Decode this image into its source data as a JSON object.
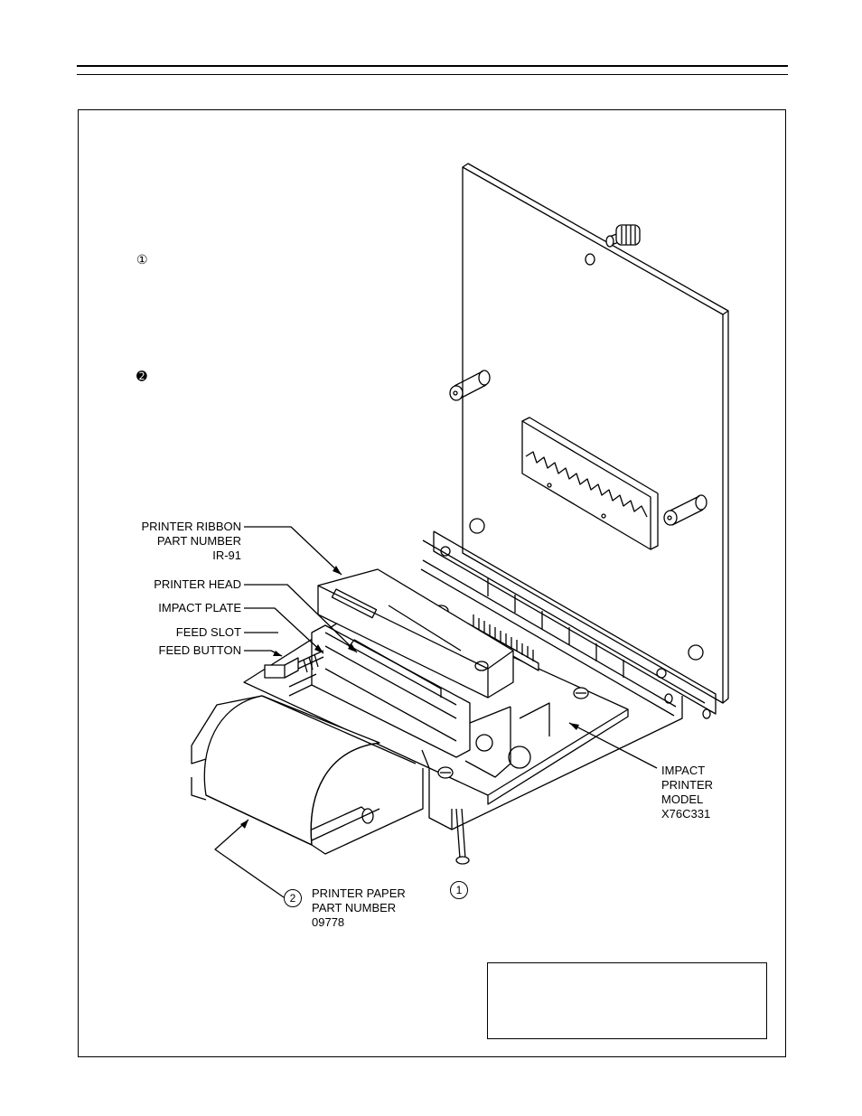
{
  "steps": {
    "step1_marker": "①",
    "step2_marker": "➋"
  },
  "callouts": {
    "ribbon": [
      "PRINTER RIBBON",
      "PART NUMBER",
      "IR-91"
    ],
    "head": "PRINTER HEAD",
    "impact_plate": "IMPACT PLATE",
    "feed_slot": "FEED SLOT",
    "feed_button": "FEED BUTTON",
    "printer_model": [
      "IMPACT",
      "PRINTER",
      "MODEL",
      "X76C331"
    ],
    "paper_number": "2",
    "paper": [
      "PRINTER PAPER",
      "PART NUMBER",
      "09778"
    ],
    "screw_number": "1"
  }
}
